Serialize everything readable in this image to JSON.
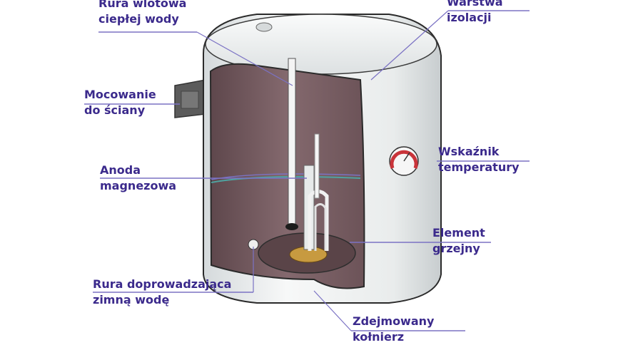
{
  "labels": {
    "inlet_hot": [
      "Rura wlotowa",
      "ciepłej wody"
    ],
    "insulation": [
      "Warstwa",
      "izolacji"
    ],
    "wall_mount": [
      "Mocowanie",
      "do ściany"
    ],
    "thermometer": [
      "Wskaźnik",
      "temperatury"
    ],
    "anode": [
      "Anoda",
      "magnezowa"
    ],
    "heater": [
      "Element",
      "grzejny"
    ],
    "cold_inlet": [
      "Rura doprowadzająca",
      "zimną wodę"
    ],
    "flange": [
      "Zdejmowany",
      "kołnierz"
    ]
  },
  "colors": {
    "label_text": "#3b2a8c",
    "leader_line": "#7b72c4",
    "tank_shell": "#eef1f2",
    "tank_interior": "#7a6166",
    "flange": "#3aa6a3",
    "gauge_red": "#c9343a"
  }
}
